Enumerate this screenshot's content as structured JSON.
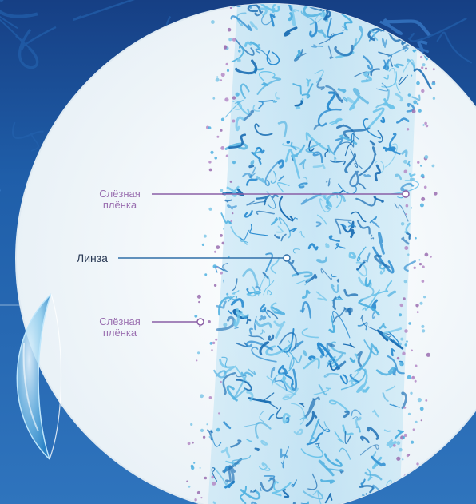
{
  "labels": {
    "tear_film_top": {
      "line1": "Слёзная",
      "line2": "плёнка"
    },
    "lens": "Линза",
    "tear_film_bottom": {
      "line1": "Слёзная",
      "line2": "плёнка"
    }
  },
  "colors": {
    "background": "#1f5fa8",
    "circle_fill": "#f3f8fb",
    "fiber_dark": "#1d6fb4",
    "fiber_light": "#4fb0e0",
    "tear_label": "#9a6fb0",
    "lens_label": "#2a3a55",
    "leader_line_tear": "#8a5fa6",
    "leader_line_lens": "#2f6ea8"
  }
}
